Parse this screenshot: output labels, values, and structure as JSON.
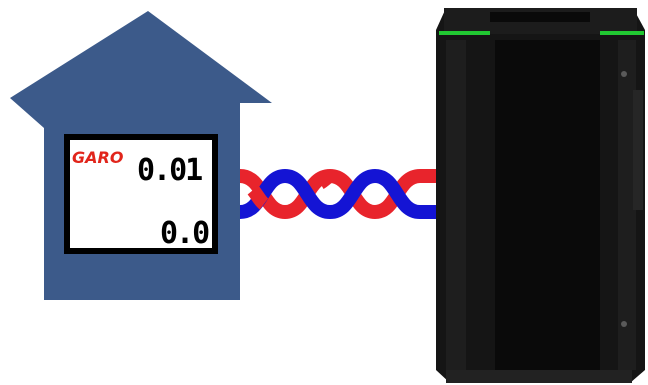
{
  "meter": {
    "brand": "GARO",
    "reading_top": "0.01",
    "reading_bottom": "0.0"
  },
  "colors": {
    "house": "#3C5A8A",
    "meter_frame": "#000000",
    "meter_screen": "#ffffff",
    "brand_red": "#E1251B",
    "cable_red": "#E8242C",
    "cable_blue": "#1414D4",
    "charger_body": "#151515",
    "charger_panel": "#0a0a0a",
    "charger_light": "#21C832"
  },
  "icons": {
    "house": "house-icon",
    "cable": "twisted-cable-icon",
    "charger": "ev-charger-icon"
  }
}
